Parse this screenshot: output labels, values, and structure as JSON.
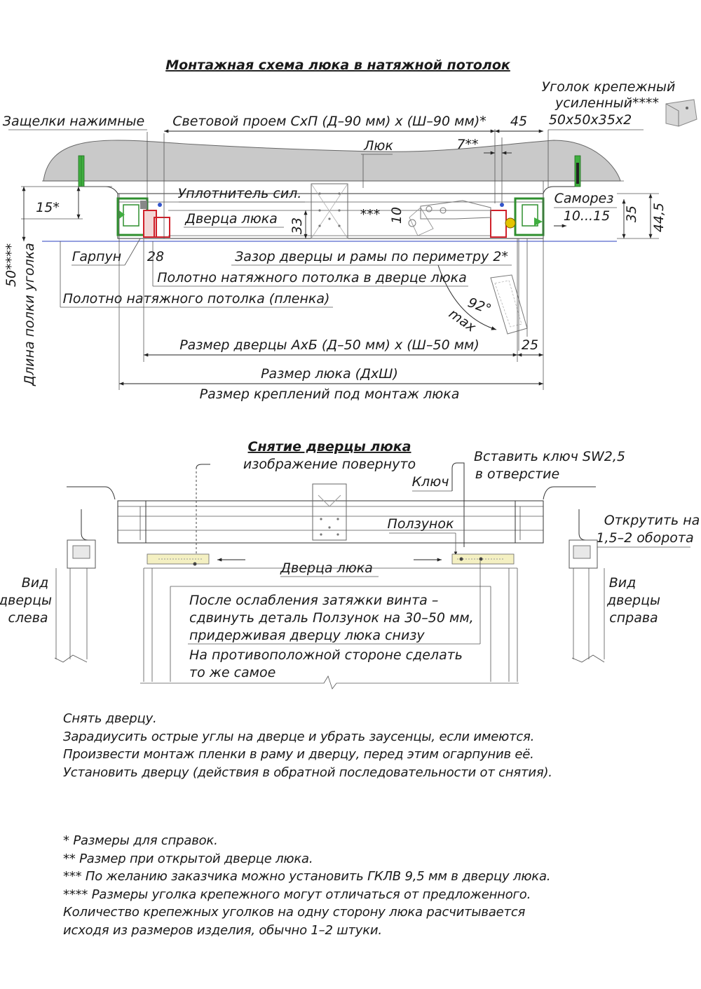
{
  "mount": {
    "title": "Монтажная схема люка в натяжной потолок",
    "corner_label_1": "Уголок крепежный",
    "corner_label_2": "усиленный****",
    "corner_label_3": "50х50х35х2",
    "latches": "Защелки нажимные",
    "light_opening": "Световой проем СхП (Д–90 мм) х (Ш–90 мм)*",
    "dim_45": "45",
    "hatch": "Люк",
    "dim_7": "7**",
    "seal": "Уплотнитель сил.",
    "screw": "Саморез",
    "dim_10_15": "10...15",
    "dim_35": "35",
    "dim_44_5": "44,5",
    "dim_15": "15*",
    "hatch_door": "Дверца люка",
    "dim_33": "33",
    "stars3": "***",
    "dim_10": "10",
    "harpoon": "Гарпун",
    "dim_28": "28",
    "gap": "Зазор дверцы и рамы по периметру 2*",
    "ceiling_in_door": "Полотно натяжного потолка в дверце люка",
    "angle_92": "92°",
    "angle_max": "max",
    "ceiling_film": "Полотно натяжного потолка (пленка)",
    "door_size": "Размер дверцы АхБ (Д–50 мм) х (Ш–50 мм)",
    "dim_25": "25",
    "hatch_size": "Размер люка (ДхШ)",
    "fix_size": "Размер креплений под монтаж люка",
    "side_dim": "50****",
    "side_label": "Длина полки уголка"
  },
  "removal": {
    "title": "Снятие дверцы люка",
    "subtitle": "изображение повернуто",
    "insert_key_1": "Вставить ключ SW2,5",
    "insert_key_2": "в отверстие",
    "key": "Ключ",
    "slider": "Ползунок",
    "unscrew_1": "Открутить на",
    "unscrew_2": "1,5–2 оборота",
    "view_left": [
      "Вид",
      "дверцы",
      "слева"
    ],
    "view_right": [
      "Вид",
      "дверцы",
      "справа"
    ],
    "door": "Дверца люка",
    "instr_1": "После ослабления затяжки винта –",
    "instr_2": "сдвинуть деталь Ползунок на 30–50 мм,",
    "instr_3": "придерживая дверцу люка снизу",
    "instr_4": "На противоположной стороне сделать",
    "instr_5": "то же самое"
  },
  "steps": [
    "Снять дверцу.",
    "Зарадиусить острые углы на дверце и убрать заусенцы, если имеются.",
    "Произвести монтаж пленки в раму и дверцу, перед этим огарпунив её.",
    "Установить дверцу (действия в обратной последовательности от снятия)."
  ],
  "footnotes": [
    "* Размеры для справок.",
    "** Размер при открытой дверце люка.",
    "*** По желанию заказчика можно установить ГКЛВ 9,5 мм в дверцу люка.",
    "**** Размеры уголка крепежного могут отличаться от предложенного.",
    "Количество крепежных уголков на одну сторону люка расчитывается",
    "исходя из размеров изделия, обычно 1–2 штуки."
  ],
  "colors": {
    "profile_green": "#2f8f2f",
    "latch_red": "#d0202a",
    "screw_green": "#3fae3f",
    "ceiling_gray": "#c9c9c9",
    "film_blue": "#5566cc"
  }
}
